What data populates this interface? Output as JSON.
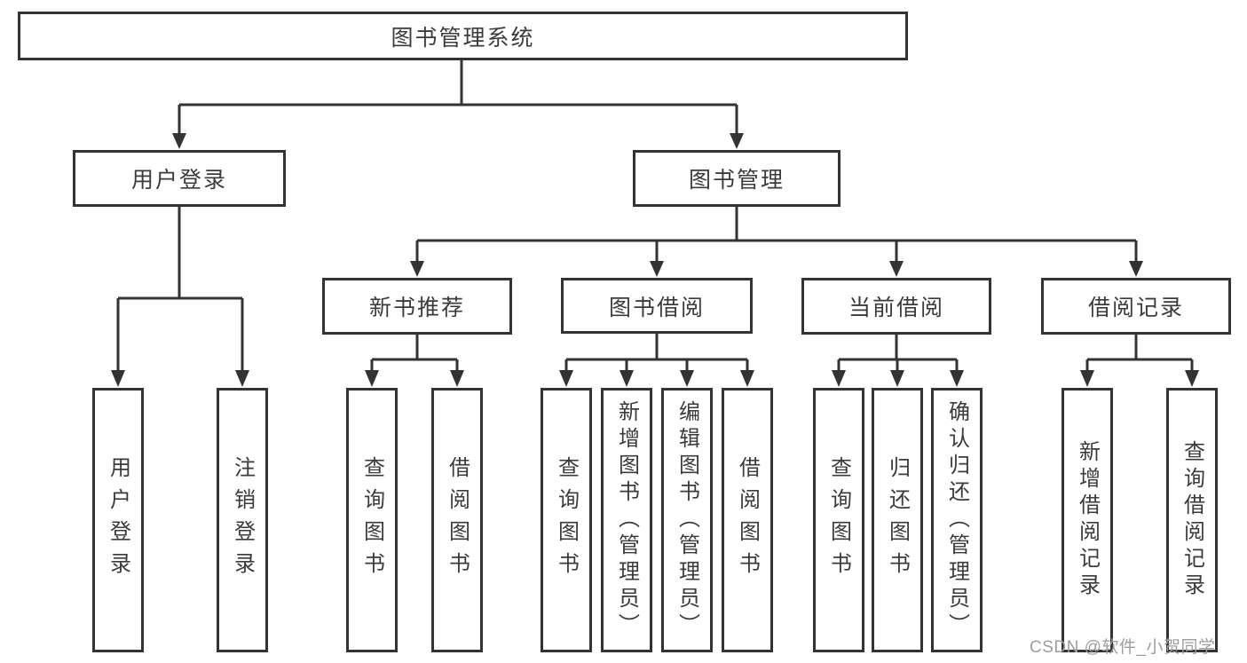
{
  "page": {
    "background_color": "#ffffff",
    "line_color": "#333333",
    "box_border_color": "#333333",
    "text_color": "#3b3b3b",
    "watermark_color": "#9e9e9e"
  },
  "watermark": "CSDN @软件_小贺同学",
  "tree": {
    "label": "图书管理系统",
    "children": [
      {
        "label": "用户登录",
        "children": [
          {
            "label": "用户登录"
          },
          {
            "label": "注销登录"
          }
        ]
      },
      {
        "label": "图书管理",
        "children": [
          {
            "label": "新书推荐",
            "children": [
              {
                "label": "查询图书"
              },
              {
                "label": "借阅图书"
              }
            ]
          },
          {
            "label": "图书借阅",
            "children": [
              {
                "label": "查询图书"
              },
              {
                "label": "新增图书（管理员）"
              },
              {
                "label": "编辑图书（管理员）"
              },
              {
                "label": "借阅图书"
              }
            ]
          },
          {
            "label": "当前借阅",
            "children": [
              {
                "label": "查询图书"
              },
              {
                "label": "归还图书"
              },
              {
                "label": "确认归还（管理员）"
              }
            ]
          },
          {
            "label": "借阅记录",
            "children": [
              {
                "label": "新增借阅记录"
              },
              {
                "label": "查询借阅记录"
              }
            ]
          }
        ]
      }
    ]
  }
}
